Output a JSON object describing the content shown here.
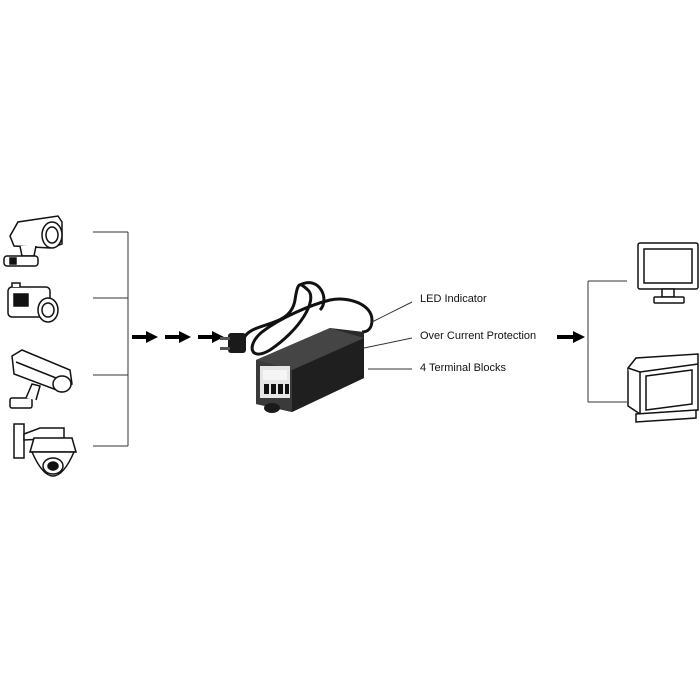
{
  "callouts": {
    "led": "LED Indicator",
    "ocp": "Over Current Protection",
    "terminals": "4 Terminal Blocks"
  },
  "icons": {
    "cameras": [
      "bullet-camera-icon",
      "box-camera-icon",
      "outdoor-camera-icon",
      "dome-camera-icon"
    ],
    "adapter": "power-adapter-icon",
    "monitors": [
      "lcd-monitor-icon",
      "crt-monitor-icon"
    ],
    "arrows": "right-arrow-icon"
  },
  "colors": {
    "lines": "#333333",
    "device_body": "#2a2a2a",
    "icon_outline": "#111111"
  }
}
